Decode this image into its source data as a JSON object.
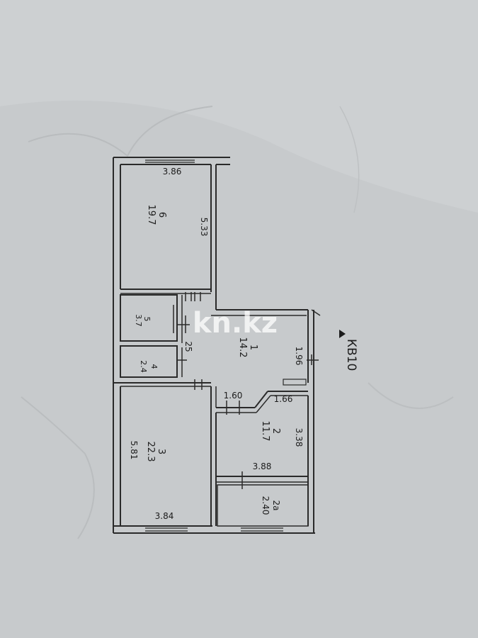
{
  "plan": {
    "apartment_label": "КВ10",
    "watermark": "kn.kz",
    "rooms": [
      {
        "id": "1",
        "area": "14.2"
      },
      {
        "id": "2",
        "area": "11.7"
      },
      {
        "id": "2a",
        "label": "2a",
        "area": "2.40"
      },
      {
        "id": "3",
        "area": "22.3"
      },
      {
        "id": "4",
        "area": "2.4"
      },
      {
        "id": "5",
        "label": "5",
        "area": "3.7"
      },
      {
        "id": "6",
        "area": "19.7"
      }
    ],
    "dimensions": {
      "room6_width": "3.86",
      "room6_length": "5.33",
      "room1_width": "1.96",
      "corridor": "25",
      "step_a": "1.60",
      "step_b": "1.66",
      "room2_length": "3.38",
      "room2_width": "3.88",
      "room3_length": "5.81",
      "room3_width": "3.84"
    },
    "colors": {
      "paper": "#c9ccce",
      "wall": "#2a2a2a",
      "ink": "#1c1c1c",
      "watermark": "#ffffff"
    }
  }
}
